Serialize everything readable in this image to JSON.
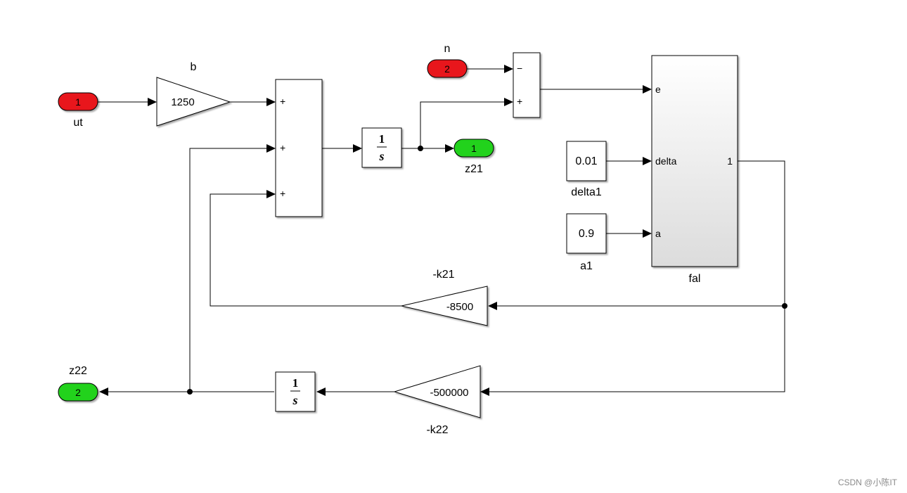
{
  "colors": {
    "inport": "#e8141a",
    "outport": "#22d21e",
    "line": "#000000",
    "block_fill": "#ffffff",
    "subsystem_fill_top": "#ffffff",
    "subsystem_fill_bottom": "#dcdcdc"
  },
  "inports": {
    "ut": {
      "number": "1",
      "label": "ut"
    },
    "n": {
      "number": "2",
      "label": "n"
    }
  },
  "outports": {
    "z21": {
      "number": "1",
      "label": "z21"
    },
    "z22": {
      "number": "2",
      "label": "z22"
    }
  },
  "gains": {
    "b": {
      "value": "1250",
      "label": "b"
    },
    "k21": {
      "value": "-8500",
      "label": "-k21"
    },
    "k22": {
      "value": "-500000",
      "label": "-k22"
    }
  },
  "sum3": {
    "signs": [
      "+",
      "+",
      "+"
    ]
  },
  "sum2": {
    "signs": [
      "−",
      "+"
    ]
  },
  "integrators": {
    "top": {
      "numerator": "1",
      "denominator": "s"
    },
    "bottom": {
      "numerator": "1",
      "denominator": "s"
    }
  },
  "constants": {
    "delta1": {
      "value": "0.01",
      "label": "delta1"
    },
    "a1": {
      "value": "0.9",
      "label": "a1"
    }
  },
  "subsystem": {
    "label": "fal",
    "in_ports": [
      "e",
      "delta",
      "a"
    ],
    "out_ports": [
      "1"
    ]
  },
  "watermark": "CSDN @小陈IT"
}
